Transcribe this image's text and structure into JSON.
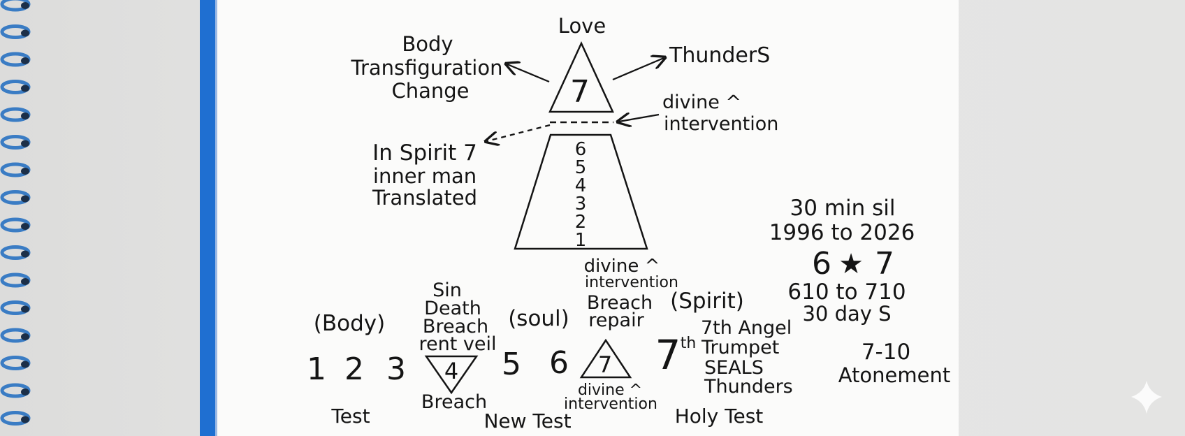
{
  "apex": {
    "top": "Love",
    "number": "7",
    "left": [
      "Body",
      "Transfiguration",
      "Change"
    ],
    "right": "ThunderS",
    "veil": [
      "divine ^",
      "intervention"
    ],
    "spirit": [
      "In Spirit 7",
      "inner man",
      "Translated"
    ]
  },
  "pyramid_levels": [
    "6",
    "5",
    "4",
    "3",
    "2",
    "1"
  ],
  "side_notes": {
    "line1": "30 min sil",
    "line2": "1996 to 2026",
    "six": "6",
    "star": "★",
    "seven": "7",
    "line4": "610 to 710",
    "line5": "30 day S",
    "line6": "7-10",
    "line7": "Atonement"
  },
  "timeline": {
    "body_label": "(Body)",
    "nums": [
      "1",
      "2",
      "3",
      "4",
      "5",
      "6",
      "7",
      "7",
      "th"
    ],
    "sin_stack": [
      "Sin",
      "Death",
      "Breach",
      "rent veil"
    ],
    "breach": "Breach",
    "soul": "(soul)",
    "divine_top": [
      "divine ^",
      "intervention"
    ],
    "repair": [
      "Breach",
      "repair"
    ],
    "divine_bottom": [
      "divine ^",
      "intervention"
    ],
    "spirit_label": "(Spirit)",
    "seventh_list": [
      "7th Angel",
      "Trumpet",
      "SEALS",
      "Thunders"
    ],
    "test_labels": [
      "Test",
      "New Test",
      "Holy Test"
    ]
  },
  "icons": {
    "corner": "sparkle-icon"
  }
}
